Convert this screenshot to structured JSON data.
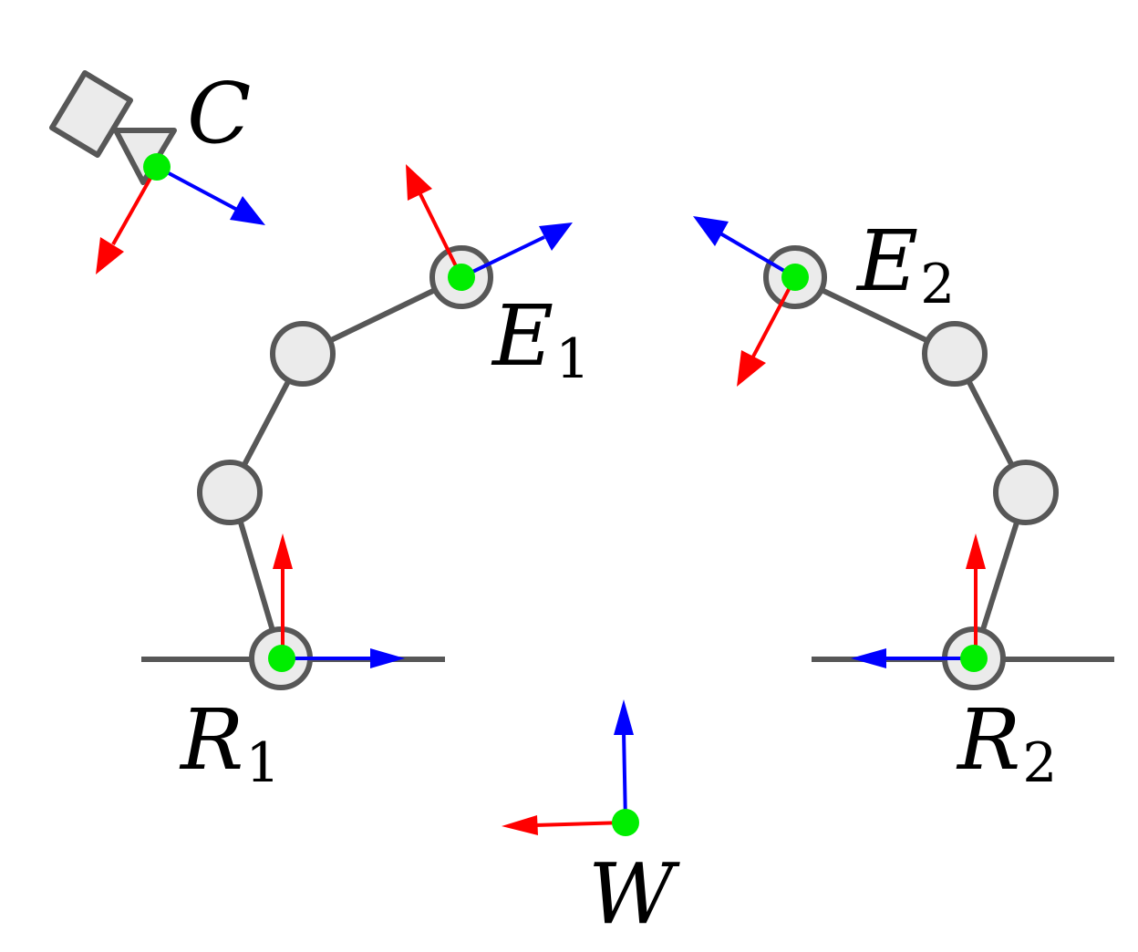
{
  "colors": {
    "link": "#575757",
    "joint_fill": "#ebebeb",
    "origin": "#00ee00",
    "x_axis": "#ff0000",
    "z_axis": "#0000ff",
    "background": "#ffffff"
  },
  "labels": {
    "camera": {
      "main": "C",
      "sub": ""
    },
    "ee_left": {
      "main": "E",
      "sub": "1"
    },
    "ee_right": {
      "main": "E",
      "sub": "2"
    },
    "base_left": {
      "main": "R",
      "sub": "1"
    },
    "base_right": {
      "main": "R",
      "sub": "2"
    },
    "world": {
      "main": "W",
      "sub": ""
    }
  },
  "icons": {
    "camera": "camera-icon",
    "joint": "joint-circle",
    "frame": "coordinate-frame"
  }
}
